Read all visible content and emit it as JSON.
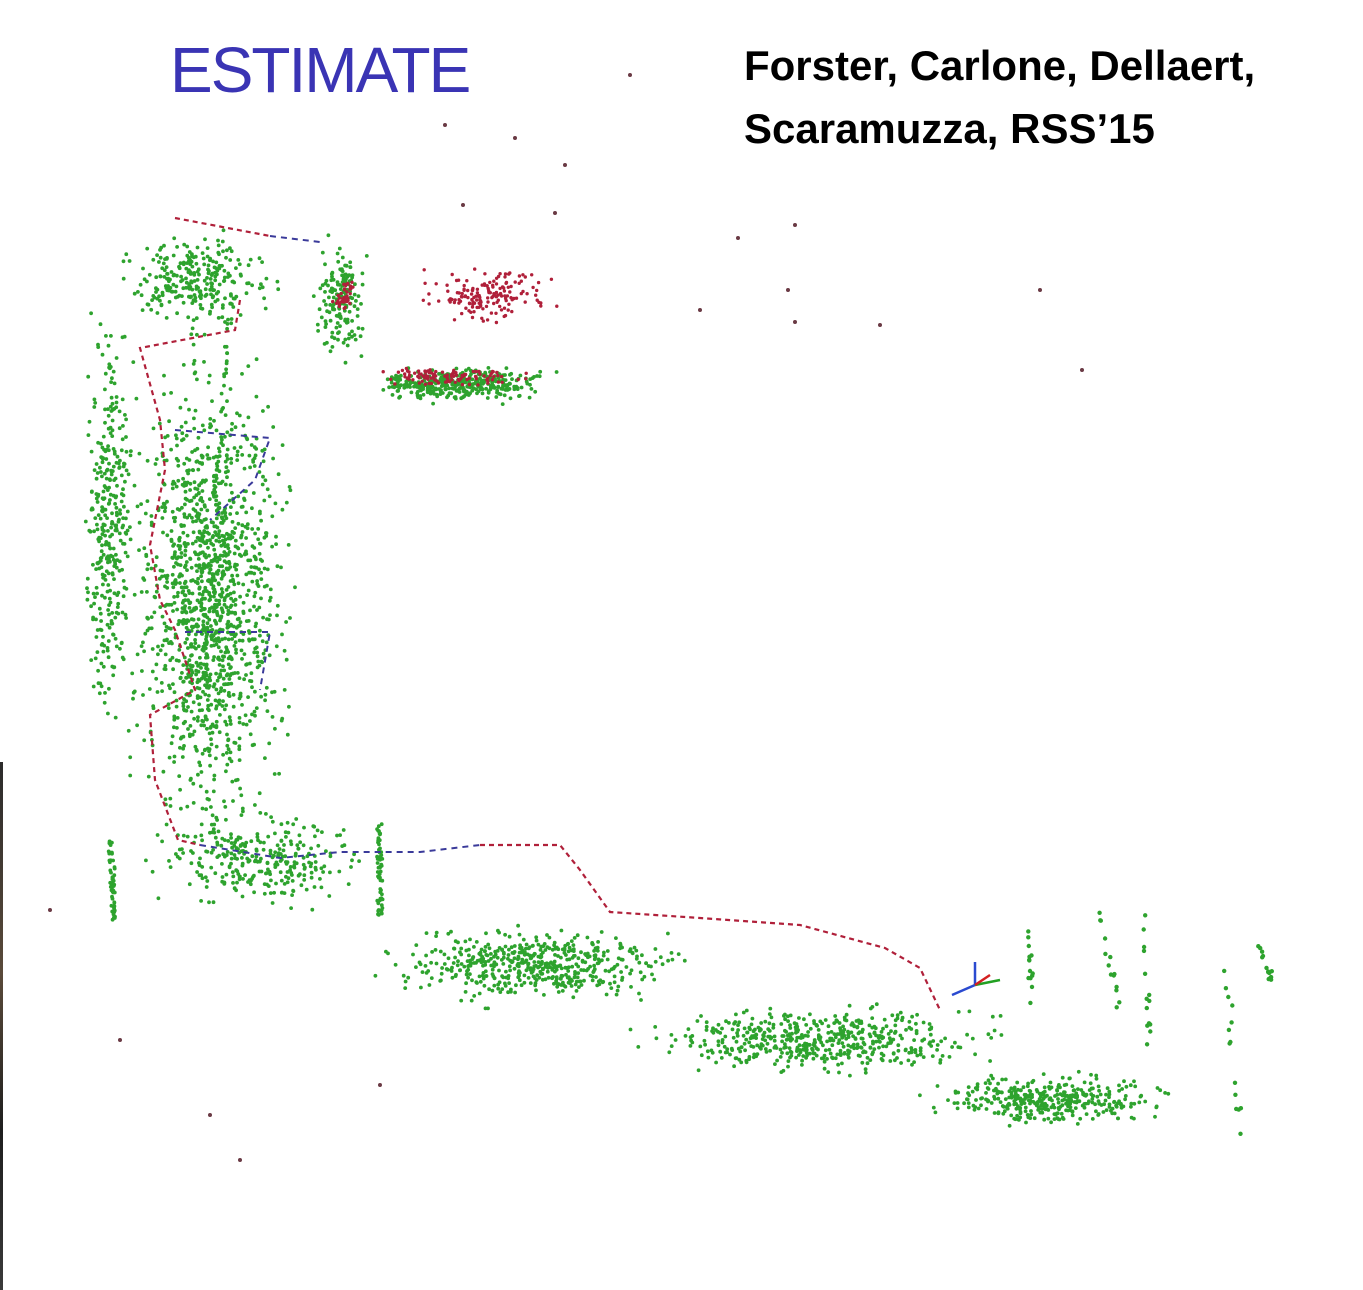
{
  "title": "ESTIMATE",
  "citation": {
    "line1": "Forster, Carlone, Dellaert,",
    "line2": "Scaramuzza, RSS’15"
  },
  "colors": {
    "title": "#3a34b4",
    "landmarks": "#2ea32e",
    "trajectory_red": "#b0203a",
    "trajectory_blue": "#3a3a9a",
    "axis_x": "#d42020",
    "axis_y": "#22a022",
    "axis_z": "#2a4ad0"
  }
}
